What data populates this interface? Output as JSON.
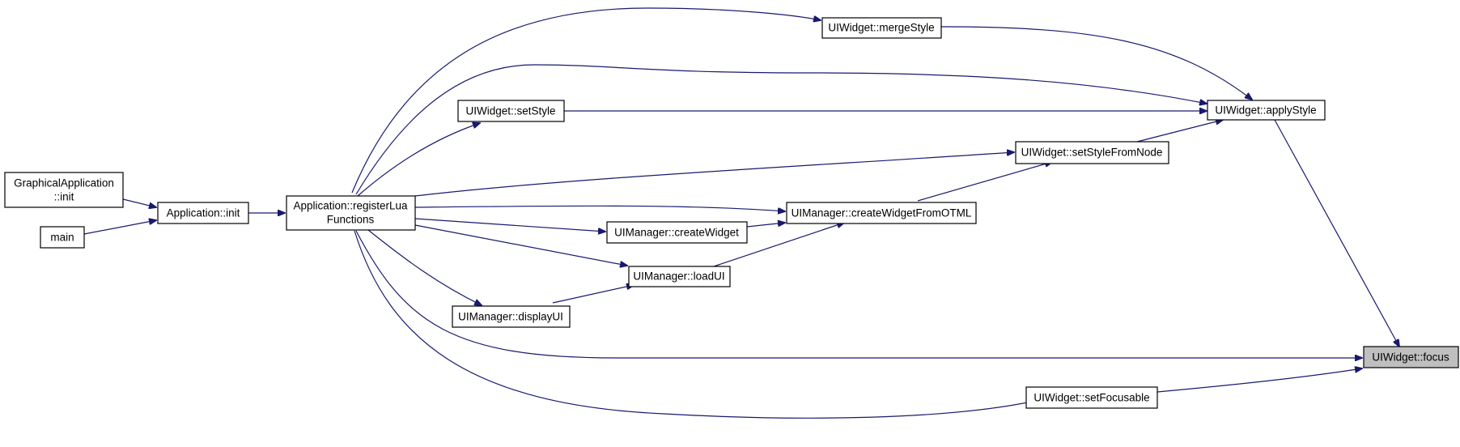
{
  "colors": {
    "edge": "#191970",
    "node_border": "#000000",
    "node_fill": "#ffffff",
    "highlight_fill": "#bfbfbf"
  },
  "nodes": {
    "focus": "UIWidget::focus",
    "applyStyle": "UIWidget::applyStyle",
    "mergeStyle": "UIWidget::mergeStyle",
    "setStyle": "UIWidget::setStyle",
    "setStyleFromNode": "UIWidget::setStyleFromNode",
    "createWidgetFromOTML": "UIManager::createWidgetFromOTML",
    "createWidget": "UIManager::createWidget",
    "loadUI": "UIManager::loadUI",
    "displayUI": "UIManager::displayUI",
    "setFocusable": "UIWidget::setFocusable",
    "registerLua": [
      "Application::registerLua",
      "Functions"
    ],
    "appInit": "Application::init",
    "gfxInit": [
      "GraphicalApplication",
      "::init"
    ],
    "main": "main"
  }
}
